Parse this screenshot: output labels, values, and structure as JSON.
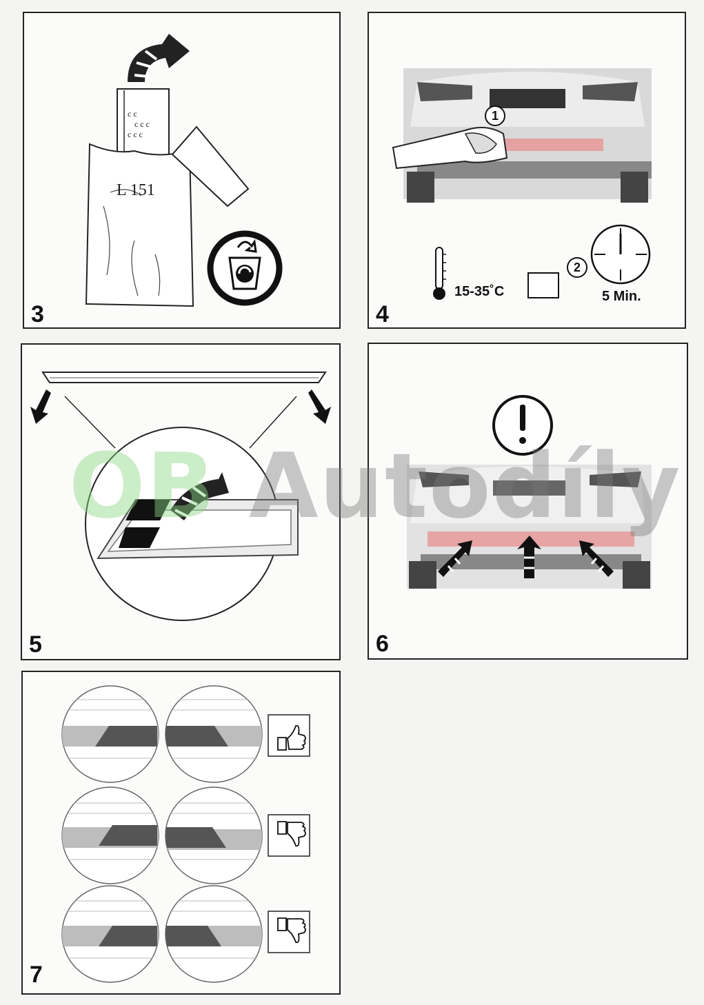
{
  "panels": {
    "p3": {
      "number": "3",
      "bag_label": "L 151"
    },
    "p4": {
      "number": "4",
      "step1_marker": "1",
      "step2_marker": "2",
      "temperature": "15-35˚C",
      "duration": "5 Min."
    },
    "p5": {
      "number": "5"
    },
    "p6": {
      "number": "6"
    },
    "p7": {
      "number": "7"
    }
  },
  "watermark": {
    "brand": "OB",
    "text": "Autodíly"
  },
  "colors": {
    "line": "#222222",
    "strip": "#e88a8a",
    "dark_band": "#555555",
    "watermark_green": "#8cd782",
    "watermark_gray": "#787878"
  },
  "icons": [
    "recycle-icon",
    "thermometer-icon",
    "clock-icon",
    "warning-icon",
    "thumbs-up-icon",
    "thumbs-down-icon"
  ]
}
